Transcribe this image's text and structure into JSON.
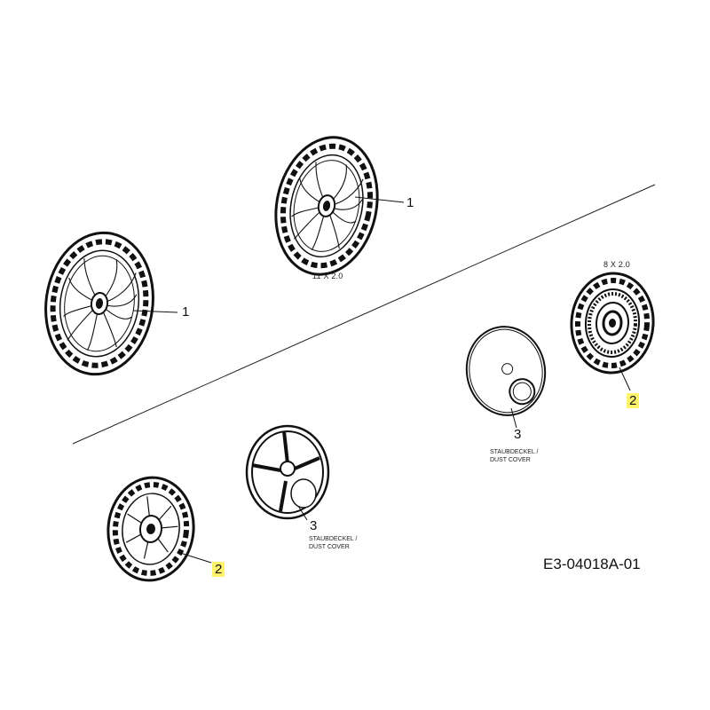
{
  "callouts": {
    "wheel_large_top": "1",
    "wheel_large_left": "1",
    "wheel_small_right": "2",
    "wheel_small_bottom": "2",
    "cover_right": "3",
    "cover_bottom": "3"
  },
  "sizes": {
    "large_wheel": "11 X 2.0",
    "small_wheel": "8 X 2.0"
  },
  "cover_label": {
    "line1": "STAUBDECKEL /",
    "line2": "DUST COVER"
  },
  "drawing_id": "E3-04018A-01",
  "colors": {
    "line": "#111111",
    "highlight": "#fff36b",
    "background": "#ffffff"
  }
}
